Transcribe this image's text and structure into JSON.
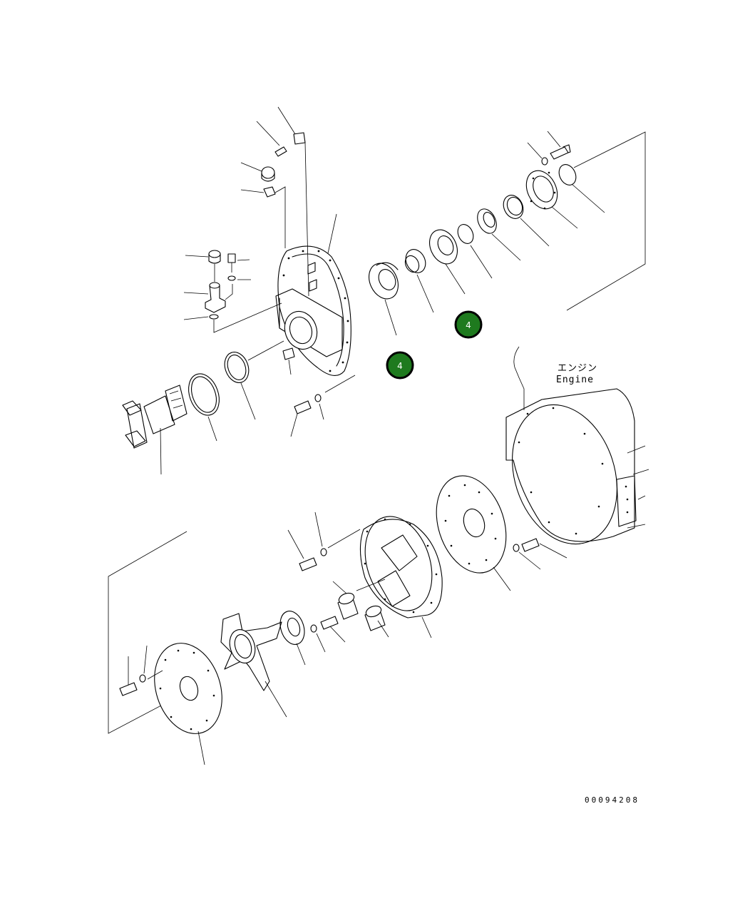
{
  "diagram": {
    "engine_label_jp": "エンジン",
    "engine_label_en": "Engine",
    "drawing_number": "00094208",
    "callouts": [
      {
        "label": "4",
        "color": "#1e7a1e"
      },
      {
        "label": "4",
        "color": "#1e7a1e"
      }
    ]
  }
}
